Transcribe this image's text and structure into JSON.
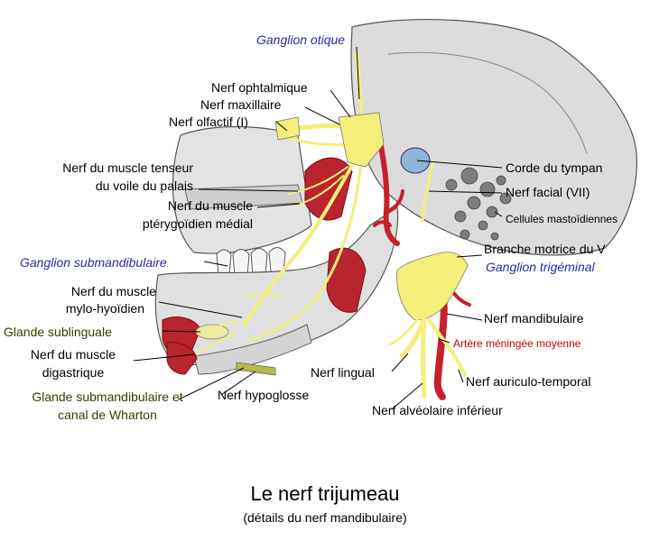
{
  "title": "Le nerf trijumeau",
  "subtitle": "(détails du nerf mandibulaire)",
  "colors": {
    "nerve": "#f3ef7a",
    "artery": "#c8202a",
    "muscle": "#b9252e",
    "bone": "#d9d9d9",
    "label_blue": "#2a2aa8",
    "label_olive": "#3d3a00",
    "label_red": "#c00000"
  },
  "labels": {
    "ganglion_otique": "Ganglion otique",
    "nerf_ophtalmique": "Nerf ophtalmique",
    "nerf_maxillaire": "Nerf maxillaire",
    "nerf_olfactif": "Nerf olfactif (I)",
    "tenseur_1": "Nerf du muscle tenseur",
    "tenseur_2": "du voile du palais",
    "pterygoidien_1": "Nerf du muscle",
    "pterygoidien_2": "ptérygoïdien médial",
    "ganglion_submandibulaire": "Ganglion submandibulaire",
    "mylo_1": "Nerf du muscle",
    "mylo_2": "mylo-hyoïdien",
    "glande_sublinguale": "Glande sublinguale",
    "digastrique_1": "Nerf du muscle",
    "digastrique_2": "digastrique",
    "glande_submand_1": "Glande submandibulaire et",
    "glande_submand_2": "canal de Wharton",
    "nerf_hypoglosse": "Nerf hypoglosse",
    "nerf_lingual": "Nerf lingual",
    "nerf_alveolaire": "Nerf alvéolaire inférieur",
    "corde_tympan": "Corde du tympan",
    "nerf_facial": "Nerf facial (VII)",
    "cellules_mastoidiennes": "Cellules mastoïdiennes",
    "branche_motrice": "Branche motrice du V",
    "ganglion_trigeminal": "Ganglion trigéminal",
    "nerf_mandibulaire": "Nerf mandibulaire",
    "artere_meningee": "Artère méningée moyenne",
    "nerf_auriculo": "Nerf auriculo-temporal"
  }
}
